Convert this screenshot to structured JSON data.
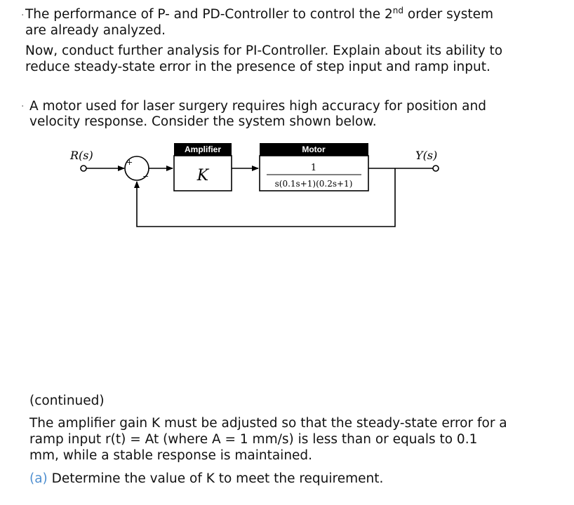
{
  "q1": {
    "bullet": ".",
    "line1_pre": "The performance of P- and PD-Controller to control the 2",
    "line1_sup": "nd",
    "line1_post": " order system",
    "line2": "are already analyzed.",
    "line3": "Now, conduct further analysis for PI-Controller. Explain about its ability to",
    "line4": "reduce steady-state error in the presence of step input and ramp input."
  },
  "q2": {
    "bullet": ".",
    "line1": "A motor used for laser surgery requires high accuracy for position and",
    "line2": "velocity response. Consider the system shown below."
  },
  "diagram": {
    "input_label": "R(s)",
    "output_label": "Y(s)",
    "plus_sign": "+",
    "minus_sign": "−",
    "amplifier_title": "Amplifier",
    "amplifier_gain": "K",
    "motor_title": "Motor",
    "motor_numerator": "1",
    "motor_denominator": "s(0.1s+1)(0.2s+1)"
  },
  "continued": {
    "heading": "(continued)",
    "line1": "The amplifier gain K must be adjusted so that  the steady-state error for a",
    "line2": "ramp input r(t) = At (where A = 1 mm/s) is less than or equals to 0.1",
    "line3": "mm, while a stable response is maintained.",
    "part_label": "(a)",
    "part_text": " Determine the value of K to meet the requirement."
  }
}
